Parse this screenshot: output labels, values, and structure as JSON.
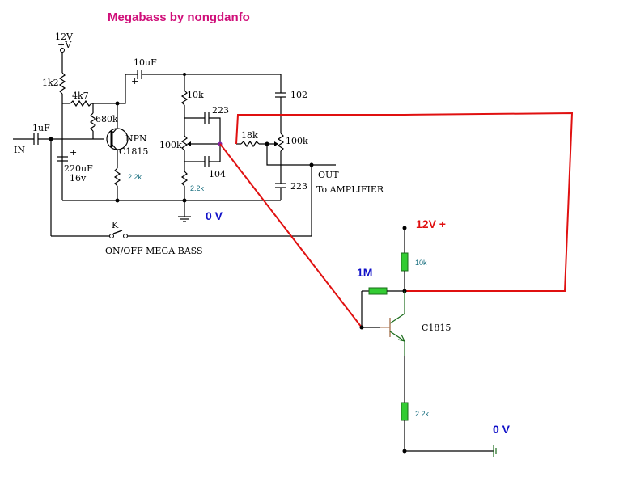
{
  "title": "Megabass by nongdanfo",
  "colors": {
    "title": "#d0107a",
    "red": "#e01010",
    "blue": "#1010c8",
    "teal": "#1a7080",
    "green": "#33cc33"
  },
  "labels": {
    "supply_v": "12V",
    "supply_plus": "+V",
    "r_1k2": "1k2",
    "r_4k7": "4k7",
    "c_10uF": "10uF",
    "c_plus": "+",
    "r_680k": "680k",
    "c_1uF": "1uF",
    "in": "IN",
    "c_220uF": "220uF",
    "c_16v": "16v",
    "npn": "NPN",
    "q1": "C1815",
    "r_2k2_a": "2.2k",
    "r_10k": "10k",
    "c_223_a": "223",
    "pot_100k_a": "100k",
    "c_104": "104",
    "r_2k2_b": "2.2k",
    "c_102": "102",
    "r_18k": "18k",
    "pot_100k_b": "100k",
    "c_223_b": "223",
    "out": "OUT",
    "to_amp": "To AMPLIFIER",
    "gnd_0v_a": "0 V",
    "switch_k": "K",
    "switch_label": "ON/OFF MEGA BASS",
    "v12_plus": "12V +",
    "r_1M": "1M",
    "r_10k_b": "10k",
    "q2": "C1815",
    "r_2k2_c": "2.2k",
    "gnd_0v_b": "0 V"
  }
}
